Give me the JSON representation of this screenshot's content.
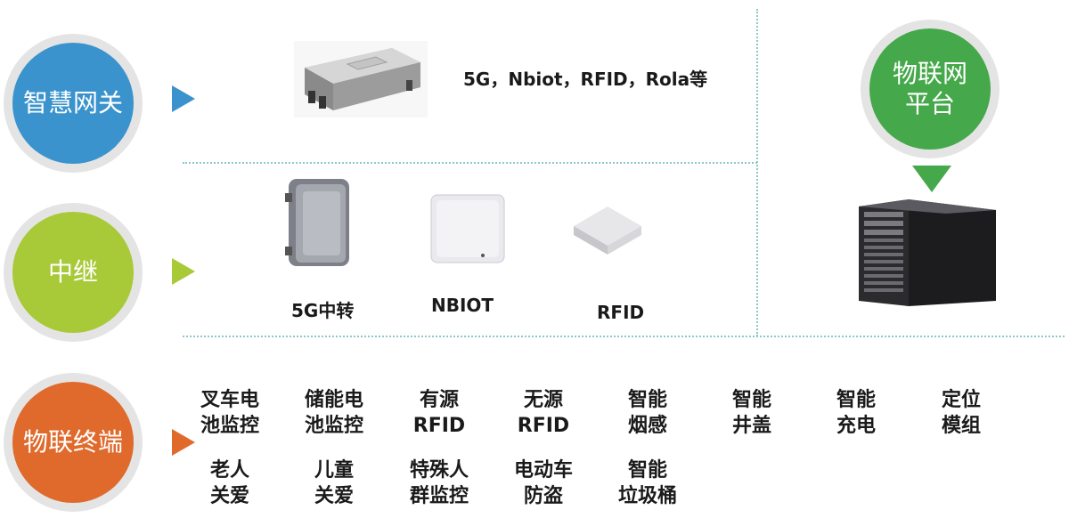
{
  "layers": {
    "gateway": {
      "label": "智慧网关",
      "color": "#3a93cd",
      "protocols": "5G，Nbiot，RFID，Rola等"
    },
    "relay": {
      "label": "中继",
      "color": "#a8c938",
      "devices": [
        "5G中转",
        "NBIOT",
        "RFID"
      ]
    },
    "terminal": {
      "label": "物联终端",
      "color": "#df6a2c"
    }
  },
  "platform": {
    "line1": "物联网",
    "line2": "平台",
    "color": "#45a84a"
  },
  "terminals": [
    {
      "l1": "叉车电",
      "l2": "池监控"
    },
    {
      "l1": "储能电",
      "l2": "池监控"
    },
    {
      "l1": "有源",
      "l2": "RFID"
    },
    {
      "l1": "无源",
      "l2": "RFID"
    },
    {
      "l1": "智能",
      "l2": "烟感"
    },
    {
      "l1": "智能",
      "l2": "井盖"
    },
    {
      "l1": "智能",
      "l2": "充电"
    },
    {
      "l1": "定位",
      "l2": "模组"
    },
    {
      "l1": "老人",
      "l2": "关爱"
    },
    {
      "l1": "儿童",
      "l2": "关爱"
    },
    {
      "l1": "特殊人",
      "l2": "群监控"
    },
    {
      "l1": "电动车",
      "l2": "防盗"
    },
    {
      "l1": "智能",
      "l2": "垃圾桶"
    }
  ]
}
